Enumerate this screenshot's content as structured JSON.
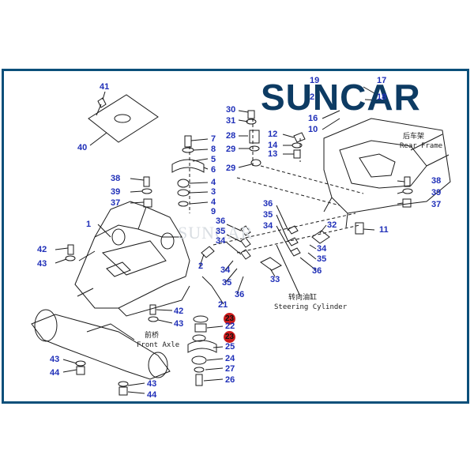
{
  "brand": {
    "text": "SUNCAR",
    "color": "#0d3b63",
    "accent": "#1aa0c8"
  },
  "watermark": "SUNCAR",
  "labels": {
    "rear_frame_cn": "后车架",
    "rear_frame_en": "Rear Frame",
    "steering_cn": "转向油缸",
    "steering_en": "Steering Cylinder",
    "front_axle_cn": "前桥",
    "front_axle_en": "Front Axle"
  },
  "part_numbers": {
    "p41": "41",
    "p40": "40",
    "p30": "30",
    "p31": "31",
    "p28": "28",
    "p29a": "29",
    "p29b": "29",
    "p7": "7",
    "p8": "8",
    "p5": "5",
    "p6": "6",
    "p4": "4",
    "p3": "3",
    "p9": "9",
    "p12": "12",
    "p14": "14",
    "p13": "13",
    "p10": "10",
    "p16": "16",
    "p19": "19",
    "p2top": "2",
    "p17": "17",
    "p18": "18",
    "p38a": "38",
    "p39a": "39",
    "p37a": "37",
    "p38b": "38",
    "p39b": "39",
    "p37b": "37",
    "p11": "11",
    "p36a": "36",
    "p35a": "35",
    "p34a": "34",
    "p32": "32",
    "p34b": "34",
    "p35b": "35",
    "p36b": "36",
    "p36c": "36",
    "p35c": "35",
    "p34c": "34",
    "p2mid": "2",
    "p34d": "34",
    "p35d": "35",
    "p33": "33",
    "p36d": "36",
    "p1": "1",
    "p42a": "42",
    "p43a": "43",
    "p21": "21",
    "p42b": "42",
    "p43b": "43",
    "p23a": "23",
    "p22": "22",
    "p23b": "23",
    "p25": "25",
    "p24": "24",
    "p27": "27",
    "p26": "26",
    "p43c": "43",
    "p44a": "44",
    "p43d": "43",
    "p44b": "44"
  },
  "colors": {
    "frame_border": "#0b4f7a",
    "number_blue": "#1f2fb8",
    "highlight_red": "#cc1b1b",
    "line": "#1a1a1a"
  }
}
